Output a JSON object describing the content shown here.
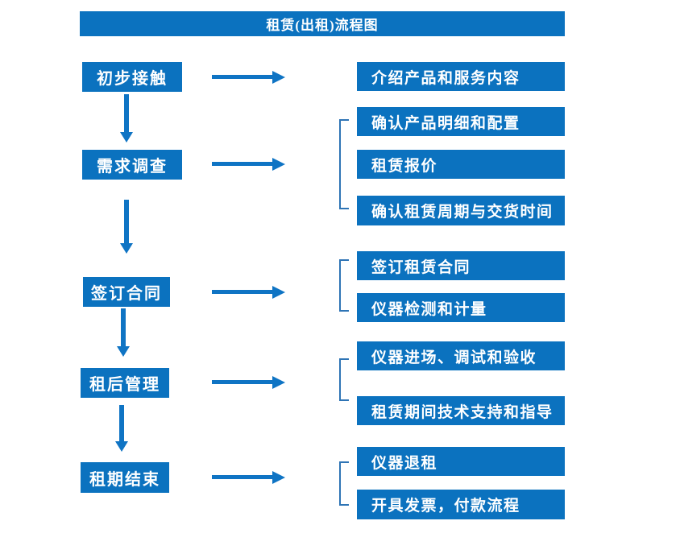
{
  "title": "租赁(出租)流程图",
  "colors": {
    "box_blue": "#0b72bf",
    "arrow_blue": "#0f74c4",
    "bracket_blue": "#2e74b5",
    "text_white": "#ffffff",
    "page_bg": "#ffffff"
  },
  "stages": [
    {
      "label": "初步接触",
      "details": [
        "介绍产品和服务内容"
      ]
    },
    {
      "label": "需求调查",
      "details": [
        "确认产品明细和配置",
        "租赁报价",
        "确认租赁周期与交货时间"
      ]
    },
    {
      "label": "签订合同",
      "details": [
        "签订租赁合同",
        "仪器检测和计量"
      ]
    },
    {
      "label": "租后管理",
      "details": [
        "仪器进场、调试和验收",
        "租赁期间技术支持和指导"
      ]
    },
    {
      "label": "租期结束",
      "details": [
        "仪器退租",
        "开具发票，付款流程"
      ]
    }
  ]
}
